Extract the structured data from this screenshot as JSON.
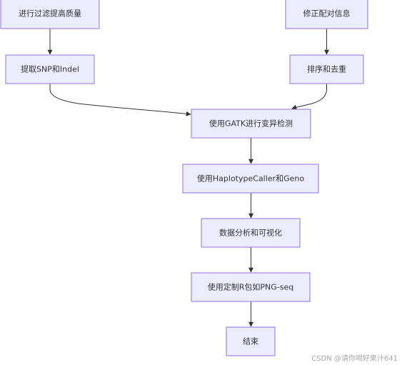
{
  "diagram": {
    "type": "flowchart",
    "nodes": [
      {
        "id": "filter",
        "label": "进行过滤提高质量"
      },
      {
        "id": "correct",
        "label": "修正配对信息"
      },
      {
        "id": "extract",
        "label": "提取SNP和Indel"
      },
      {
        "id": "sortdup",
        "label": "排序和去重"
      },
      {
        "id": "gatk",
        "label": "使用GATK进行变异检测"
      },
      {
        "id": "haplo",
        "label": "使用HaplotypeCaller和Geno"
      },
      {
        "id": "analysis",
        "label": "数据分析和可视化"
      },
      {
        "id": "rpkg",
        "label": "使用定制R包如PNG-seq"
      },
      {
        "id": "end",
        "label": "结束"
      }
    ],
    "edges": [
      {
        "from": "filter",
        "to": "extract"
      },
      {
        "from": "correct",
        "to": "sortdup"
      },
      {
        "from": "extract",
        "to": "gatk"
      },
      {
        "from": "sortdup",
        "to": "gatk"
      },
      {
        "from": "gatk",
        "to": "haplo"
      },
      {
        "from": "haplo",
        "to": "analysis"
      },
      {
        "from": "analysis",
        "to": "rpkg"
      },
      {
        "from": "rpkg",
        "to": "end"
      }
    ]
  },
  "watermark": "CSDN @请你喝好果汁641"
}
